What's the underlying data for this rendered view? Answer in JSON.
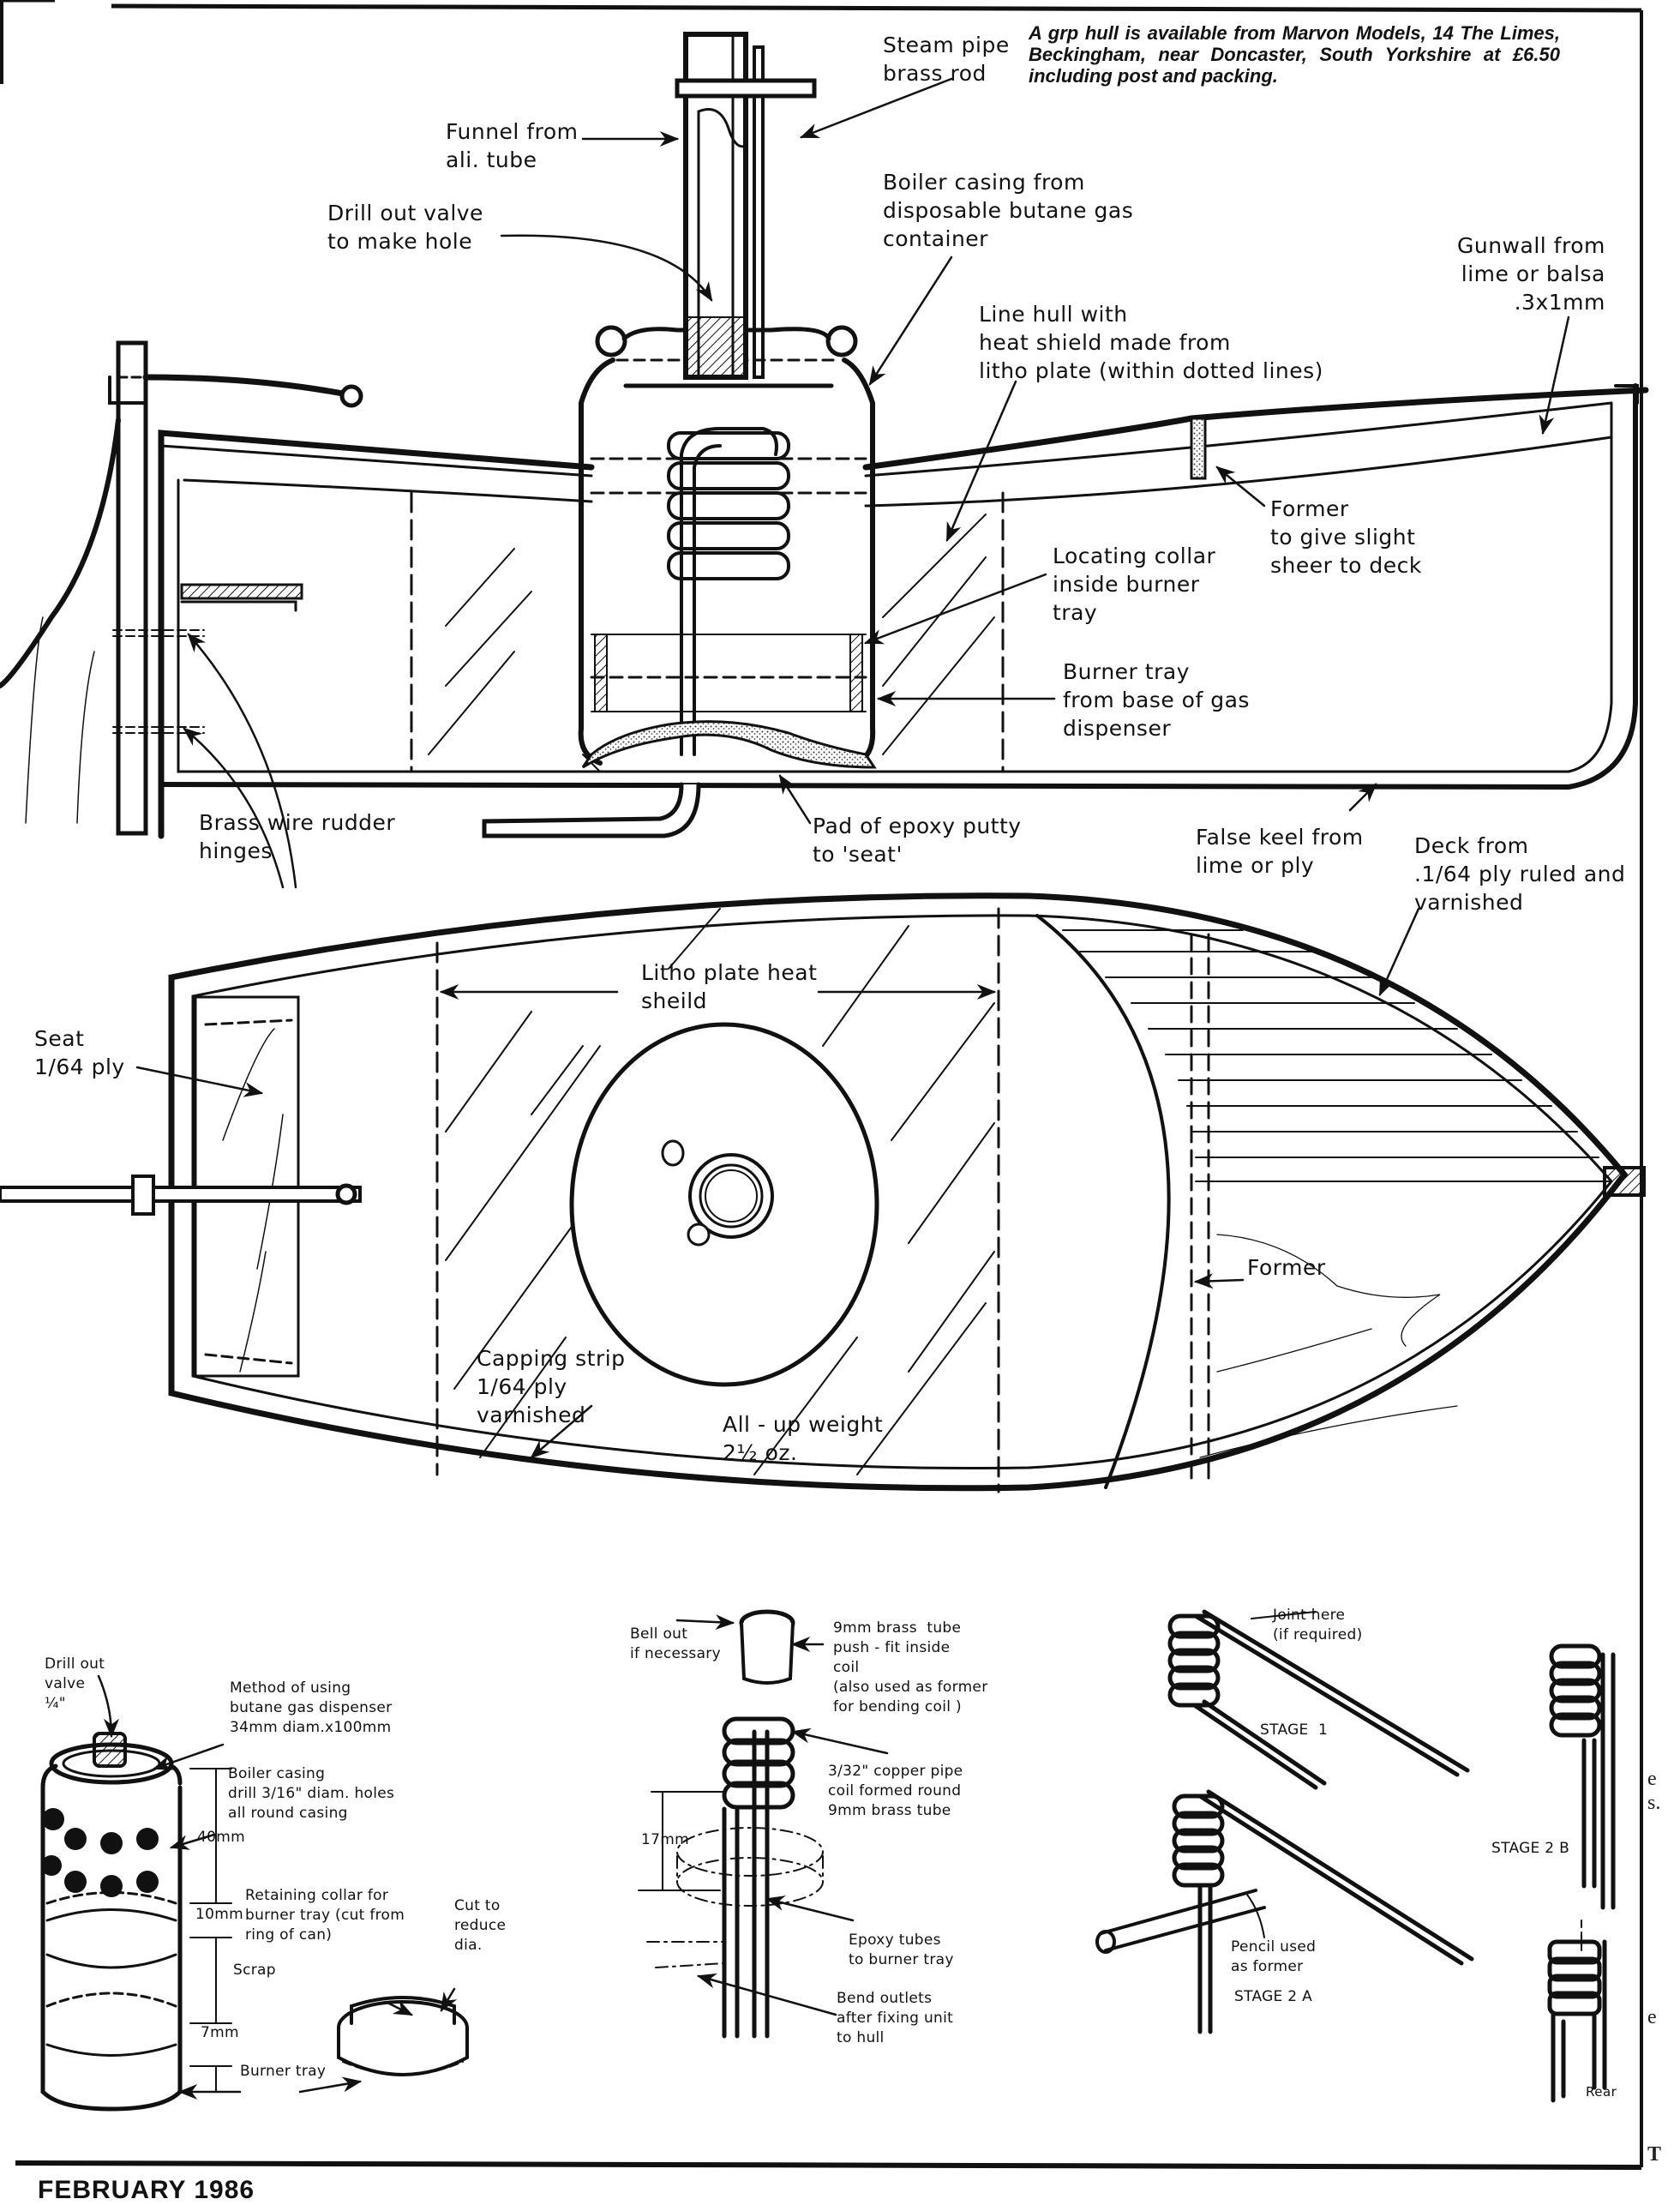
{
  "page": {
    "title": "Model steam boat construction plan",
    "footer_date": "FEBRUARY 1986",
    "supplier_note": "A grp hull is available from Marvon Models, 14 The Limes, Beckingham, near Doncaster, South Yorkshire at £6.50 including post and packing.",
    "margin_fragments": [
      "e",
      "s.",
      "e",
      "T"
    ]
  },
  "side_elevation": {
    "labels": {
      "steam_pipe": "Steam pipe\nbrass rod",
      "funnel": "Funnel from\nali. tube",
      "drill_valve": "Drill out valve\nto make hole",
      "boiler_casing": "Boiler casing from\ndisposable butane gas\ncontainer",
      "line_hull": "Line hull with\nheat shield made from\nlitho plate (within dotted lines)",
      "gunwall": "Gunwall from\nlime or balsa\n.3x1mm",
      "former": "Former\nto give slight\nsheer to deck",
      "locating_collar": "Locating collar\ninside burner\ntray",
      "burner_tray": "Burner tray\nfrom base of gas\ndispenser",
      "rudder_hinges": "Brass wire rudder\nhinges",
      "epoxy_pad": "Pad of epoxy putty\nto 'seat'",
      "false_keel": "False keel from\nlime or ply"
    }
  },
  "plan_view": {
    "labels": {
      "deck": "Deck from\n.1/64 ply ruled and\nvarnished",
      "seat": "Seat\n1/64 ply",
      "heat_shield": "Litho plate heat\nsheild",
      "former": "Former",
      "capping_strip": "Capping strip\n1/64 ply\nvarnished",
      "weight": "All - up weight\n2½ oz."
    }
  },
  "boiler_detail": {
    "labels": {
      "drill_valve": "Drill out\nvalve\n¼\"",
      "method": "Method of using\nbutane gas dispenser\n34mm diam.x100mm",
      "boiler_casing": "Boiler casing\ndrill 3/16\" diam. holes\nall round casing",
      "dim_40": "40mm",
      "retaining_collar": "Retaining collar for\nburner tray (cut from\nring of can)",
      "dim_10": "10mm",
      "cut_to_reduce": "Cut to\nreduce\ndia.",
      "scrap": "Scrap",
      "dim_7": "7mm",
      "burner_tray": "Burner tray"
    }
  },
  "coil_detail": {
    "labels": {
      "bell_out": "Bell out\nif necessary",
      "brass_tube": "9mm brass  tube\npush - fit inside\ncoil\n(also used as former\nfor bending coil )",
      "copper_pipe": "3/32\" copper pipe\ncoil formed round\n9mm brass tube",
      "dim_17": "17mm",
      "epoxy_tubes": "Epoxy tubes\nto burner tray",
      "bend_outlets": "Bend outlets\nafter fixing unit\nto hull"
    }
  },
  "coil_stages": {
    "labels": {
      "joint": "Joint here\n(if required)",
      "stage1": "STAGE  1",
      "stage2a": "STAGE 2 A",
      "stage2b": "STAGE 2 B",
      "pencil": "Pencil used\nas former",
      "rear": "Rear"
    }
  },
  "colors": {
    "ink": "#111111",
    "paper": "#ffffff",
    "stipple": "#555555"
  }
}
